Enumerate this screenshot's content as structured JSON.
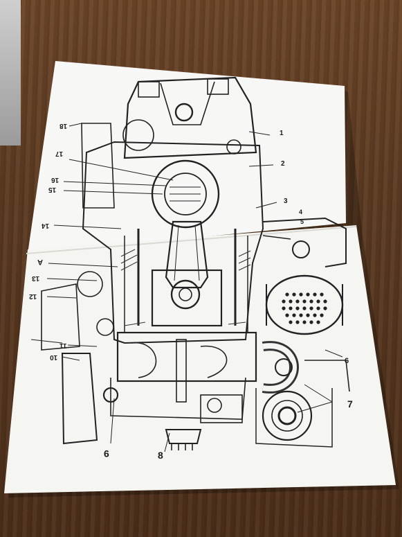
{
  "scene": {
    "subject": "engine-cross-section-drawing",
    "colors": {
      "desk": "#5b3a21",
      "paper": "#f7f7f5",
      "ink": "#222222"
    }
  },
  "labels": {
    "l1": "1",
    "l2": "2",
    "l3": "3",
    "l4": "4",
    "l5": "5",
    "l6": "6",
    "l7": "7",
    "l8": "8",
    "l9": "9",
    "l10": "10",
    "l11": "11",
    "l12": "12",
    "l13": "13",
    "l14": "14",
    "l15": "15",
    "l16": "16",
    "l17": "17",
    "l18": "18",
    "lA": "A"
  }
}
